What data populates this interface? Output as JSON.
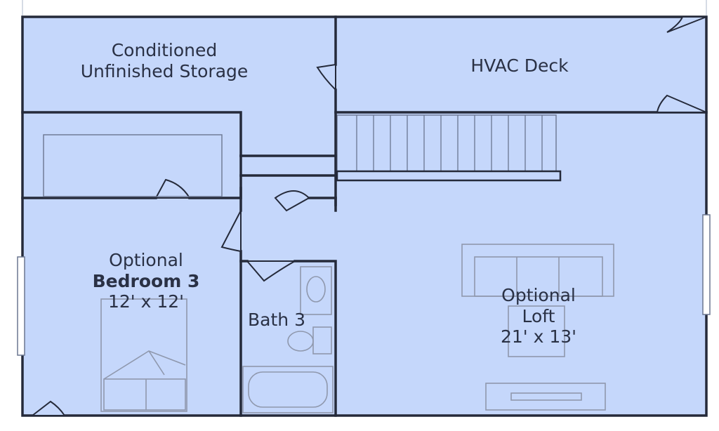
{
  "colors": {
    "room_fill": "#c5d7fb",
    "wall": "#252a3a",
    "background": "#ffffff"
  },
  "rooms": {
    "storage": {
      "line1": "Conditioned",
      "line2": "Unfinished Storage"
    },
    "hvac": {
      "label": "HVAC Deck"
    },
    "bedroom3": {
      "prefix": "Optional",
      "name": "Bedroom 3",
      "dims": "12' x 12'"
    },
    "bath3": {
      "label": "Bath 3"
    },
    "loft": {
      "prefix": "Optional",
      "name": "Loft",
      "dims": "21' x 13'"
    }
  }
}
